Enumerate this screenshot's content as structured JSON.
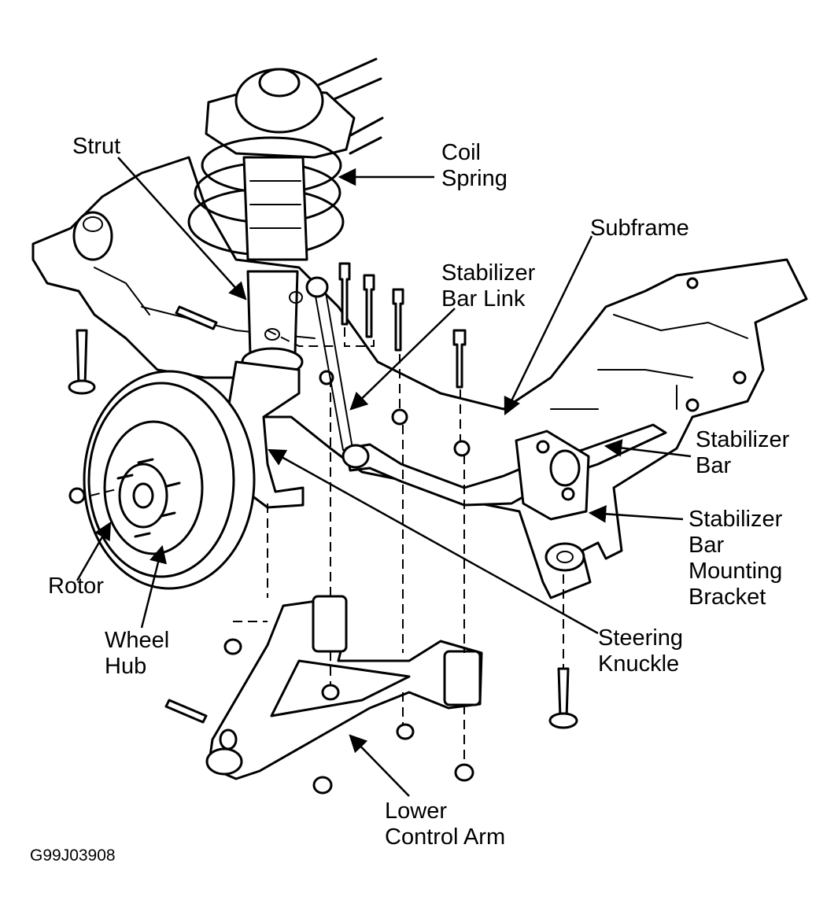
{
  "labels": {
    "strut": [
      "Strut"
    ],
    "coil_spring": [
      "Coil",
      "Spring"
    ],
    "subframe": [
      "Subframe"
    ],
    "stabilizer_bar_link": [
      "Stabilizer",
      "Bar Link"
    ],
    "stabilizer_bar": [
      "Stabilizer",
      "Bar"
    ],
    "stabilizer_bar_mounting_bracket": [
      "Stabilizer",
      "Bar",
      "Mounting",
      "Bracket"
    ],
    "steering_knuckle": [
      "Steering",
      "Knuckle"
    ],
    "rotor": [
      "Rotor"
    ],
    "wheel_hub": [
      "Wheel",
      "Hub"
    ],
    "lower_control_arm": [
      "Lower",
      "Control Arm"
    ]
  },
  "figure_code": "G99J03908"
}
